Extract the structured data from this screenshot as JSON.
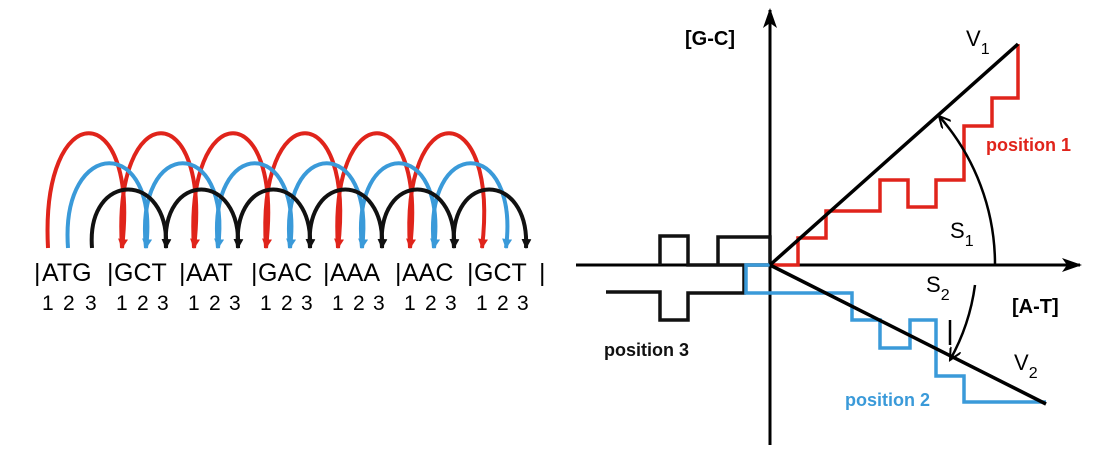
{
  "colors": {
    "position_1": "#e0241b",
    "position_2": "#3a9ad9",
    "position_3": "#111111"
  },
  "sequence": {
    "separator": "|",
    "codons": [
      "ATG",
      "GCT",
      "AAT",
      "GAC",
      "AAA",
      "AAC",
      "GCT"
    ],
    "position_numbers": [
      "1",
      "2",
      "3"
    ]
  },
  "walk": {
    "x_axis_label": "[A-T]",
    "y_axis_label": "[G-C]",
    "vector_1": {
      "letter": "V",
      "subscript": "1"
    },
    "vector_2": {
      "letter": "V",
      "subscript": "2"
    },
    "angle_1": {
      "letter": "S",
      "subscript": "1"
    },
    "angle_2": {
      "letter": "S",
      "subscript": "2"
    },
    "position_1_label": "position 1",
    "position_2_label": "position 2",
    "position_3_label": "position 3"
  }
}
